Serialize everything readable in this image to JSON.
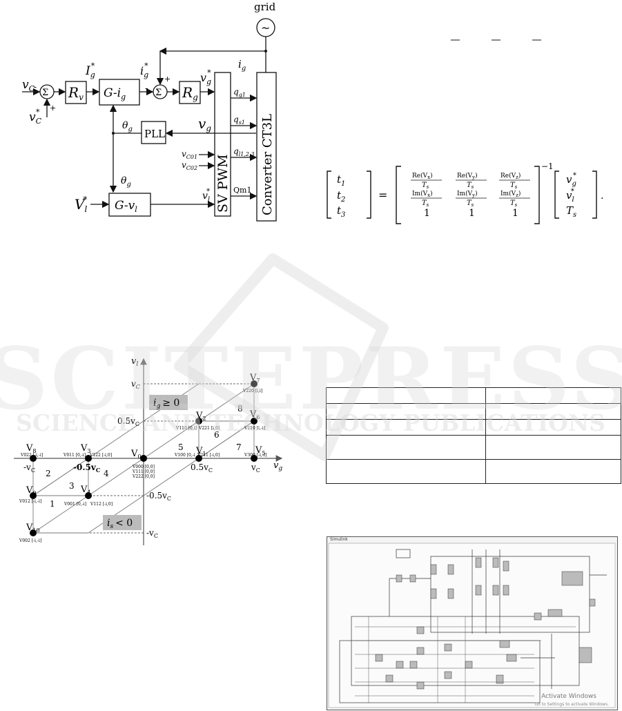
{
  "block_diagram": {
    "grid_label": "grid",
    "grid_symbol": "~",
    "vc_in": "v",
    "vc_in_sub": "C",
    "vc_ref": "v",
    "vc_ref_sub": "C",
    "vc_ref_sup": "*",
    "plus": "+",
    "minus": "-",
    "sigma": "Σ",
    "rv": "R",
    "rv_sub": "v",
    "ig_ref_big": "I",
    "ig_ref_big_sub": "g",
    "ig_ref_big_sup": "*",
    "g_ig": "G-i",
    "g_ig_sub": "g",
    "ig_ref": "i",
    "ig_ref_sub": "g",
    "ig_ref_sup": "*",
    "ig_fb": "i",
    "ig_fb_sub": "g",
    "rg": "R",
    "rg_sub": "g",
    "vg_ref": "v",
    "vg_ref_sub": "g",
    "vg_ref_sup": "*",
    "theta_g": "θ",
    "theta_g_sub": "g",
    "pll": "PLL",
    "vg": "v",
    "vg_sub": "g",
    "vc01": "v",
    "vc01_sub": "C01",
    "vc02": "v",
    "vc02_sub": "C02",
    "vl_ref_in": "V",
    "vl_ref_in_sub": "l",
    "vl_ref_in_sup": "*",
    "g_vl": "G-v",
    "g_vl_sub": "l",
    "vl_ref": "v",
    "vl_ref_sub": "l",
    "vl_ref_sup": "*",
    "svpwm": "SV PWM",
    "converter": "Converter CT3L",
    "qg1": "q",
    "qg1_sub": "g1",
    "qs1": "q",
    "qs1_sub": "s1",
    "ql": "q",
    "ql_sub": "l1,2,3",
    "qm1": "Qm1"
  },
  "equation": {
    "t1": "t",
    "t1_sub": "1",
    "t2": "t",
    "t2_sub": "2",
    "t3": "t",
    "t3_sub": "3",
    "equals": "=",
    "m11": "Re(V",
    "m11_sub": "x",
    "m11_end": ")",
    "m12": "Re(V",
    "m12_sub": "y",
    "m12_end": ")",
    "m13": "Re(V",
    "m13_sub": "z",
    "m13_end": ")",
    "m21": "Im(V",
    "m21_sub": "x",
    "m21_end": ")",
    "m22": "Im(V",
    "m22_sub": "y",
    "m22_end": ")",
    "m23": "Im(V",
    "m23_sub": "z",
    "m23_end": ")",
    "den": "T",
    "den_sub": "s",
    "one": "1",
    "inv": "−1",
    "r1": "v",
    "r1_sub": "g",
    "r1_sup": "*",
    "r2": "v",
    "r2_sub": "l",
    "r2_sup": "*",
    "r3": "T",
    "r3_sub": "s",
    "period": "."
  },
  "vector_diagram": {
    "y_axis": "v",
    "y_axis_sub": "l",
    "x_axis": "v",
    "x_axis_sub": "g",
    "vc_top": "v",
    "vc_top_sub": "C",
    "half_vc_left": "0.5v",
    "half_vc_left_sub": "C",
    "neg_vc_bottom": "-v",
    "neg_vc_bottom_sub": "C",
    "neg_half_vc_right": "-0.5v",
    "neg_half_vc_right_sub": "C",
    "neg_vc_x": "-v",
    "neg_vc_x_sub": "C",
    "neg_half_vc_x": "-0.5v",
    "neg_half_vc_x_sub": "C",
    "half_vc_x": "0.5v",
    "half_vc_x_sub": "C",
    "vc_x": "v",
    "vc_x_sub": "C",
    "ig_pos": "i",
    "ig_pos_sub": "g",
    "ig_pos_rel": "≥ 0",
    "is_neg": "i",
    "is_neg_sub": "s",
    "is_neg_rel": "< 0",
    "vectors": [
      {
        "name": "V",
        "sub": "0",
        "codes": [
          "V000 [0,0]",
          "V111 [0,0]",
          "V222 [0,0]"
        ]
      },
      {
        "name": "V",
        "sub": "1",
        "codes": [
          "V100 [0,-i",
          "V211 [-i,0]"
        ]
      },
      {
        "name": "V",
        "sub": "2",
        "codes": [
          "V110 [0,i]",
          "V221 [i,0]"
        ]
      },
      {
        "name": "V",
        "sub": "3",
        "codes": [
          "V011 [0,-i]",
          "V122 [-i,0]"
        ]
      },
      {
        "name": "V",
        "sub": "4",
        "codes": [
          "V001 [0,-i]",
          "V112 [-i,0]"
        ]
      },
      {
        "name": "V",
        "sub": "5",
        "codes": [
          "V300 [-i,-i]"
        ]
      },
      {
        "name": "V",
        "sub": "6",
        "codes": [
          "V210 [i,-i]"
        ]
      },
      {
        "name": "V",
        "sub": "7",
        "codes": [
          "V220 [i,i]"
        ]
      },
      {
        "name": "V",
        "sub": "8",
        "codes": [
          "V022 [-i,-i]"
        ]
      },
      {
        "name": "V",
        "sub": "9",
        "codes": [
          "V012 [-i,-i]"
        ]
      },
      {
        "name": "V",
        "sub": "10",
        "codes": [
          "V002 [-i,-i]"
        ]
      }
    ],
    "regions": [
      "1",
      "2",
      "3",
      "4",
      "5",
      "6",
      "7",
      "8"
    ]
  },
  "simulation": {
    "window_title": "Simulink",
    "activate_line1": "Activate Windows",
    "activate_line2": "Go to Settings to activate Windows."
  },
  "watermark": {
    "line1": "SCITEPRESS",
    "line2": "SCIENCE AND TECHNOLOGY PUBLICATIONS"
  }
}
